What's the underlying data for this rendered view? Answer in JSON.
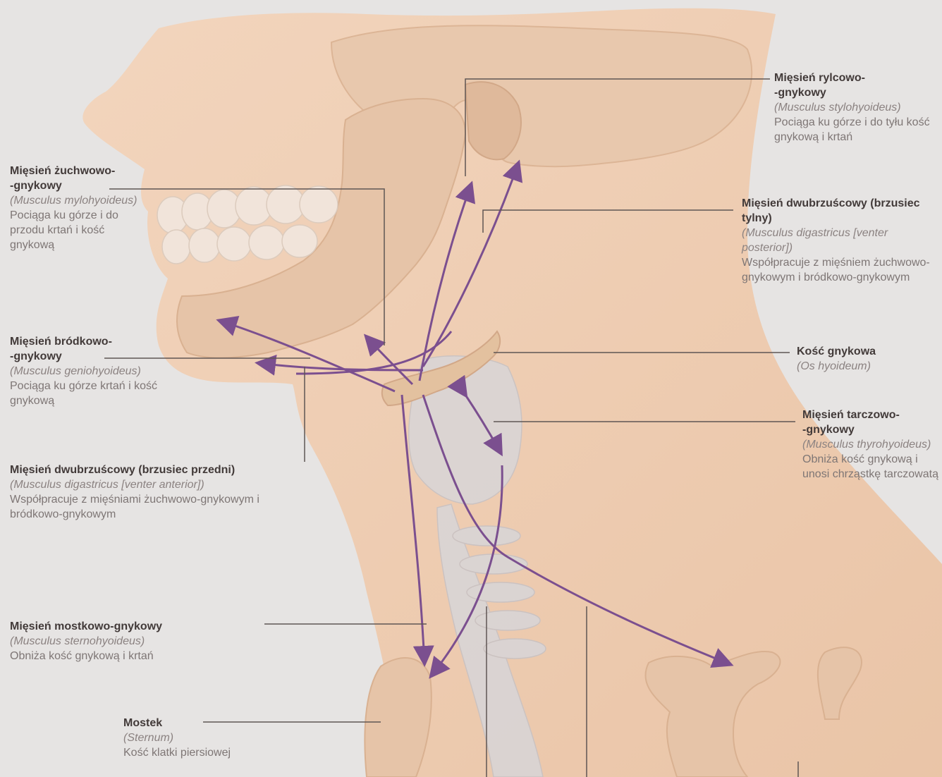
{
  "labels": {
    "rylcowo": {
      "title": "Mięsień rylcowo-\n-gnykowy",
      "latin": "(Musculus stylohyoideus)",
      "desc": "Pociąga ku górze i do tyłu kość gnykową i krtań"
    },
    "dwubrzuscowy_tylny": {
      "title": "Mięsień dwubrzuścowy (brzusiec tylny)",
      "latin": "(Musculus digastricus [venter posterior])",
      "desc": "Współpracuje z mięśniem żuchwowo-gnykowym i bródkowo-gnykowym"
    },
    "kosc_gnykowa": {
      "title": "Kość gnykowa",
      "latin": "(Os hyoideum)"
    },
    "tarczowo": {
      "title": "Mięsień tarczowo-\n-gnykowy",
      "latin": "(Musculus thyrohyoideus)",
      "desc": "Obniża kość gnykową i unosi chrząstkę tarczowatą"
    },
    "zuchwowo": {
      "title": "Mięsień żuchwowo-\n-gnykowy",
      "latin": "(Musculus mylohyoideus)",
      "desc": "Pociąga ku górze i do przodu krtań i kość gnykową"
    },
    "brodkowo": {
      "title": "Mięsień bródkowo-\n-gnykowy",
      "latin": "(Musculus geniohyoideus)",
      "desc": "Pociąga ku górze krtań i kość gnykową"
    },
    "dwubrzuscowy_przedni": {
      "title": "Mięsień dwubrzuścowy (brzusiec przedni)",
      "latin": "(Musculus digastricus [venter anterior])",
      "desc": "Współpracuje z mięśniami żuchwowo-gnykowym i bródkowo-gnykowym"
    },
    "mostkowo": {
      "title": "Mięsień mostkowo-gnykowy",
      "latin": "(Musculus sternohyoideus)",
      "desc": "Obniża kość gnykową i krtań"
    },
    "mostek": {
      "title": "Mostek",
      "latin": "(Sternum)",
      "desc": "Kość klatki piersiowej"
    }
  },
  "colors": {
    "skin": "#efc9ab",
    "bone": "#e6c7ad",
    "arrow": "#7b4f8f",
    "leader": "#5f5654"
  }
}
